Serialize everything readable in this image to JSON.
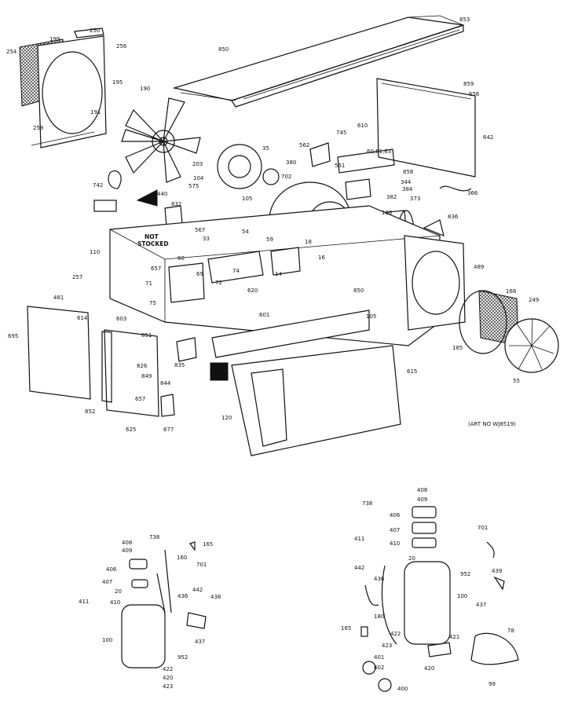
{
  "diagram": {
    "art_no": "(ART NO WJ8519)",
    "not_stocked": [
      "NOT",
      "STOCKED"
    ],
    "labels": {
      "l853": "853",
      "l850": "850",
      "l250": "250",
      "l199": "199",
      "l256": "256",
      "l254": "254",
      "l195": "195",
      "l259": "259",
      "l191": "191",
      "l190": "190",
      "l859": "859",
      "l656": "656",
      "l610": "610",
      "l642": "642",
      "l35": "35",
      "l745": "745",
      "l562": "562",
      "l380": "380",
      "l561": "561",
      "l606061": "60,61,63",
      "l858": "858",
      "l203": "203",
      "l104": "104",
      "l702": "702",
      "l344": "344",
      "l384": "384",
      "l366": "366",
      "l373": "373",
      "l382": "382",
      "l742": "742",
      "l575": "575",
      "l440": "440",
      "l106": "106",
      "l105": "105",
      "l832": "832",
      "l836": "836",
      "l110": "110",
      "l567": "567",
      "l33": "33",
      "l54": "54",
      "l59": "59",
      "l18": "18",
      "l60": "60",
      "l657": "657",
      "l74": "74",
      "l14": "14",
      "l16": "16",
      "l69": "69",
      "l72": "72",
      "l257": "257",
      "l71": "71",
      "l75": "75",
      "l620": "620",
      "l489": "489",
      "l168": "168",
      "l249": "249",
      "l481": "481",
      "l614": "614",
      "l603": "603",
      "l601": "601",
      "l105b": "105",
      "l185": "185",
      "l55": "55",
      "l695": "695",
      "l851": "851",
      "l826": "826",
      "l835": "835",
      "l849": "849",
      "l844": "844",
      "l615": "615",
      "l657b": "657",
      "l852": "852",
      "l625": "625",
      "l677": "677",
      "l120": "120",
      "a408": "408",
      "a738": "738",
      "a165": "165",
      "a409": "409",
      "a160": "160",
      "a406": "406",
      "a701": "701",
      "a407": "407",
      "a442": "442",
      "a20": "20",
      "a436": "436",
      "a410": "410",
      "a438": "438",
      "a411": "411",
      "a437": "437",
      "a100": "100",
      "a952": "952",
      "a422": "422",
      "a420": "420",
      "a423": "423",
      "b408": "408",
      "b409": "409",
      "b738": "738",
      "b406": "406",
      "b407": "407",
      "b411": "411",
      "b410": "410",
      "b701": "701",
      "b442": "442",
      "b20": "20",
      "b952": "952",
      "b439": "439",
      "b436": "436",
      "b180": "180",
      "b100": "100",
      "b437": "437",
      "b165": "165",
      "b422": "422",
      "b421": "421",
      "b423": "423",
      "b78": "78",
      "b401": "401",
      "b420": "420",
      "b402": "402",
      "b400": "400",
      "b99": "99"
    }
  }
}
